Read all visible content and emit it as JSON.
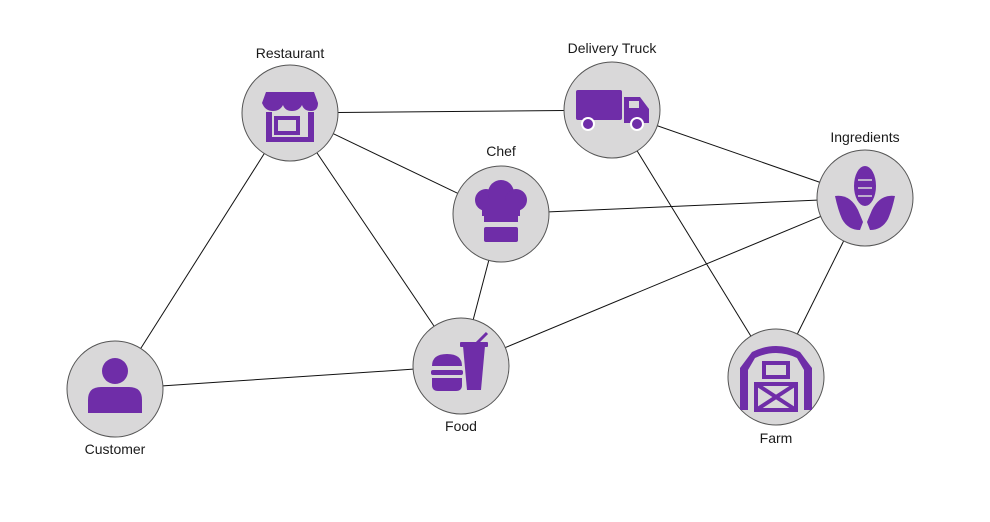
{
  "diagram": {
    "accent_color": "#6f2da8",
    "node_fill": "#d9d8d9",
    "nodes": [
      {
        "id": "restaurant",
        "label": "Restaurant",
        "icon": "storefront-icon"
      },
      {
        "id": "truck",
        "label": "Delivery Truck",
        "icon": "delivery-truck-icon"
      },
      {
        "id": "chef",
        "label": "Chef",
        "icon": "chef-hat-icon"
      },
      {
        "id": "ingredients",
        "label": "Ingredients",
        "icon": "corn-icon"
      },
      {
        "id": "customer",
        "label": "Customer",
        "icon": "person-icon"
      },
      {
        "id": "food",
        "label": "Food",
        "icon": "burger-drink-icon"
      },
      {
        "id": "farm",
        "label": "Farm",
        "icon": "barn-icon"
      }
    ],
    "edges": [
      [
        "restaurant",
        "truck"
      ],
      [
        "restaurant",
        "chef"
      ],
      [
        "restaurant",
        "customer"
      ],
      [
        "restaurant",
        "food"
      ],
      [
        "truck",
        "ingredients"
      ],
      [
        "truck",
        "farm"
      ],
      [
        "chef",
        "ingredients"
      ],
      [
        "chef",
        "food"
      ],
      [
        "customer",
        "food"
      ],
      [
        "food",
        "ingredients"
      ],
      [
        "ingredients",
        "farm"
      ]
    ]
  }
}
